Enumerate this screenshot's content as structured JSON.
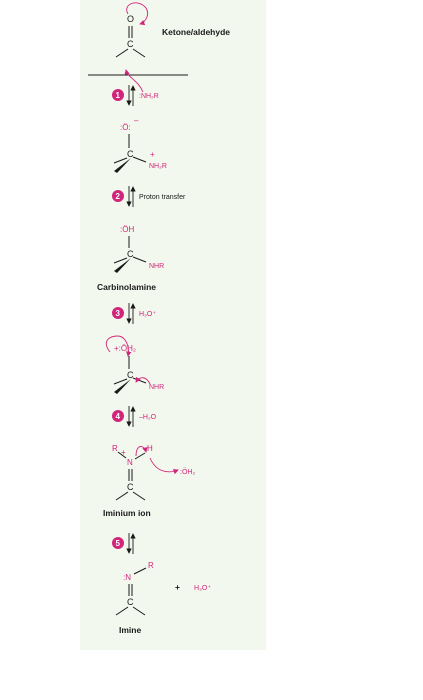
{
  "colors": {
    "accent": "#d0257a",
    "panel": "#f3f8ee",
    "ink": "#1a1a1a"
  },
  "title_label": "Ketone/aldehyde",
  "steps": [
    {
      "number": "1",
      "reagent": ":NH₂R"
    },
    {
      "number": "2",
      "reagent": "Proton transfer"
    },
    {
      "number": "3",
      "reagent": "H₃O⁺"
    },
    {
      "number": "4",
      "reagent": "–H₂O"
    },
    {
      "number": "5",
      "reagent": ""
    }
  ],
  "structures": {
    "ketone": {
      "oxygen": "O",
      "carbon": "C"
    },
    "tetrahedral": {
      "oxygen": ":Ö:",
      "minus": "–",
      "carbon": "C",
      "amine": "NH₂R",
      "plus": "+"
    },
    "carbinolamine": {
      "hydroxyl": ":ÖH",
      "carbon": "C",
      "amine": "NHR"
    },
    "protonated": {
      "oxonium": "+:ÖH₂",
      "carbon": "C",
      "amine": "NHR"
    },
    "iminium": {
      "r": "R",
      "plus": "+",
      "nitrogen": "N",
      "hydrogen": "H",
      "carbon": "C",
      "water": ":ÖH₂"
    },
    "imine": {
      "nitrogen": ":N",
      "r": "R",
      "carbon": "C",
      "plus_sign": "+",
      "hydronium": "H₃O⁺"
    }
  },
  "labels": {
    "carbinolamine": "Carbinolamine",
    "iminium": "Iminium ion",
    "imine": "Imine"
  }
}
